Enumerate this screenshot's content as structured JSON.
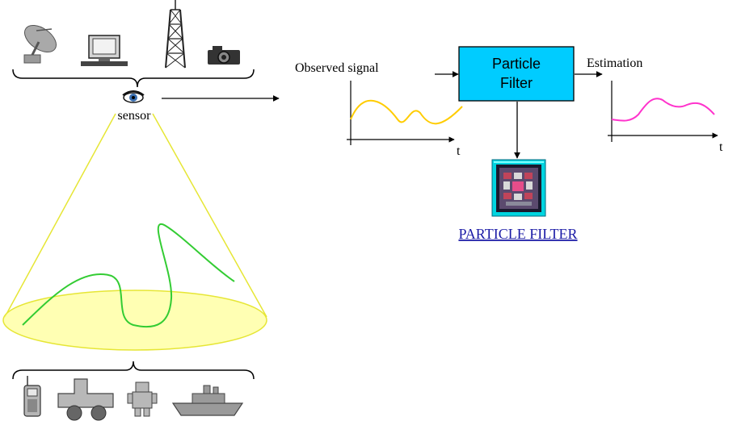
{
  "sensor": {
    "label": "sensor"
  },
  "signals": {
    "observed_label": "Observed signal",
    "estimation_label": "Estimation",
    "time_axis_label": "t"
  },
  "filter_box": {
    "line1": "Particle",
    "line2": "Filter"
  },
  "link": {
    "label": "PARTICLE FILTER"
  },
  "icons": {
    "top_devices": [
      "satellite-dish-icon",
      "computer-icon",
      "radio-tower-icon",
      "camera-icon"
    ],
    "bottom_objects": [
      "mobile-phone-icon",
      "vehicle-icon",
      "robot-icon",
      "ship-icon"
    ]
  },
  "colors": {
    "filter_box": "#00ccff",
    "observed_curve": "#ffcc00",
    "estimation_curve": "#ff33cc",
    "trajectory": "#33cc33",
    "field_of_view": "#ffff66",
    "link": "#1a1aa6"
  }
}
